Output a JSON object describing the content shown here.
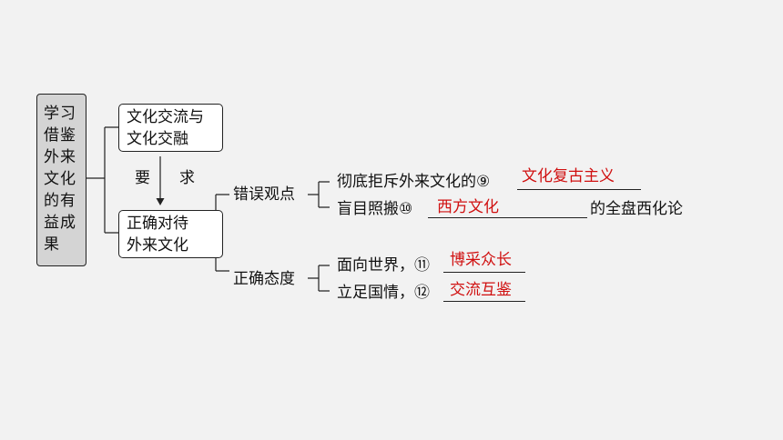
{
  "root": {
    "lines": [
      "学习",
      "借鉴",
      "外来",
      "文化",
      "的有",
      "益成",
      "果"
    ]
  },
  "node_exchange": {
    "lines": [
      "文化交流与",
      "文化交融"
    ]
  },
  "node_correct": {
    "lines": [
      "正确对待",
      "外来文化"
    ]
  },
  "requirement": {
    "left": "要",
    "right": "求"
  },
  "wrong_view": {
    "label": "错误观点",
    "items": [
      {
        "prefix": "彻底拒斥外来文化的⑨",
        "answer": "文化复古主义",
        "suffix": ""
      },
      {
        "prefix": "盲目照搬⑩",
        "answer": "西方文化",
        "suffix": "的全盘西化论"
      }
    ]
  },
  "right_attitude": {
    "label": "正确态度",
    "items": [
      {
        "prefix": "面向世界，⑪",
        "answer": "博采众长"
      },
      {
        "prefix": "立足国情，⑫",
        "answer": "交流互鉴"
      }
    ]
  },
  "colors": {
    "answer": "#d01010",
    "root_fill": "#d4d4d4",
    "background": "#f2f2f2"
  }
}
